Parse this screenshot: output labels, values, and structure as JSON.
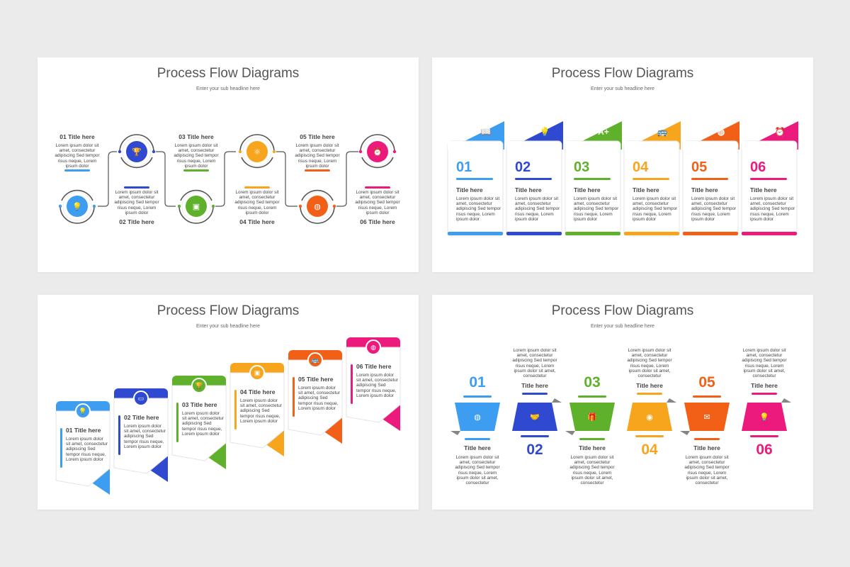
{
  "title": "Process Flow Diagrams",
  "subtitle": "Enter your sub headline here",
  "lorem": "Lorem ipsum dolor sit amet, consectetur adipiscing Sed tempor risus neque, Lorem ipsum dolor sit amet, consectetur",
  "lorem_short": "Lorem ipsum dolor sit amet, consectetur adipiscing Sed tempor risus neque, Lorem ipsum dolor",
  "colors": [
    "#3d9df0",
    "#2f49d1",
    "#5fb02a",
    "#f7a51d",
    "#f25f16",
    "#ec1a7d"
  ],
  "slide1": {
    "steps": [
      {
        "title": "01 Title here",
        "icon": "lightbulb-icon",
        "glyph": "💡"
      },
      {
        "title": "02 Title here",
        "icon": "trophy-icon",
        "glyph": "🏆"
      },
      {
        "title": "03 Title here",
        "icon": "presentation-icon",
        "glyph": "▣"
      },
      {
        "title": "04 Title here",
        "icon": "atom-icon",
        "glyph": "⚛"
      },
      {
        "title": "05 Title here",
        "icon": "globe-icon",
        "glyph": "◍"
      },
      {
        "title": "06 Title here",
        "icon": "alarm-clock-icon",
        "glyph": "⏰"
      }
    ]
  },
  "slide2": {
    "cards": [
      {
        "num": "01",
        "title": "Title here",
        "icon": "book-icon",
        "glyph": "📖"
      },
      {
        "num": "02",
        "title": "Title here",
        "icon": "lightbulb-icon",
        "glyph": "💡"
      },
      {
        "num": "03",
        "title": "Title here",
        "icon": "grade-report-icon",
        "glyph": "A+"
      },
      {
        "num": "04",
        "title": "Title here",
        "icon": "bus-icon",
        "glyph": "🚌"
      },
      {
        "num": "05",
        "title": "Title here",
        "icon": "globe-icon",
        "glyph": "◍"
      },
      {
        "num": "06",
        "title": "Title here",
        "icon": "alarm-clock-icon",
        "glyph": "⏰"
      }
    ]
  },
  "slide3": {
    "steps": [
      {
        "title": "01 Title here",
        "icon": "lightbulb-icon",
        "glyph": "💡"
      },
      {
        "title": "02 Title here",
        "icon": "monitor-icon",
        "glyph": "▭"
      },
      {
        "title": "03 Title here",
        "icon": "trophy-icon",
        "glyph": "🏆"
      },
      {
        "title": "04 Title here",
        "icon": "presentation-icon",
        "glyph": "▣"
      },
      {
        "title": "05 Title here",
        "icon": "bus-icon",
        "glyph": "🚌"
      },
      {
        "title": "06 Title here",
        "icon": "globe-icon",
        "glyph": "◍"
      }
    ]
  },
  "slide4": {
    "steps": [
      {
        "num": "01",
        "title": "Title here",
        "icon": "globe-icon",
        "glyph": "◍"
      },
      {
        "num": "02",
        "title": "Title here",
        "icon": "handshake-icon",
        "glyph": "🤝"
      },
      {
        "num": "03",
        "title": "Title here",
        "icon": "gift-icon",
        "glyph": "🎁"
      },
      {
        "num": "04",
        "title": "Title here",
        "icon": "brain-icon",
        "glyph": "◉"
      },
      {
        "num": "05",
        "title": "Title here",
        "icon": "mail-icon",
        "glyph": "✉"
      },
      {
        "num": "06",
        "title": "Title here",
        "icon": "idea-money-icon",
        "glyph": "💡"
      }
    ]
  }
}
